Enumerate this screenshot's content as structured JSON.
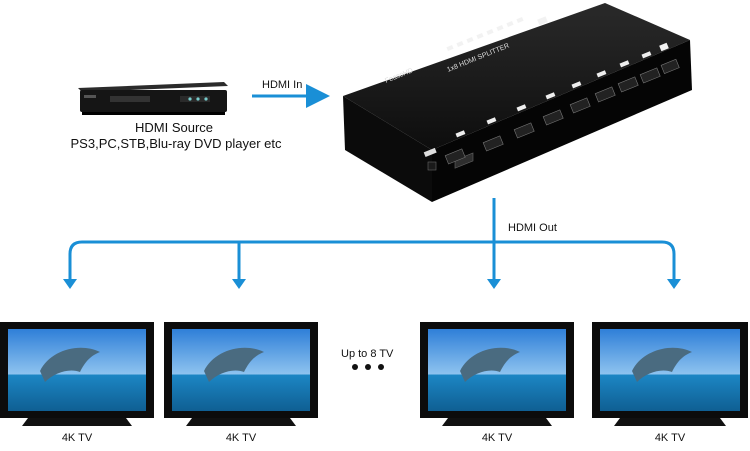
{
  "source": {
    "title": "HDMI Source",
    "description": "PS3,PC,STB,Blu-ray DVD player etc"
  },
  "hdmi_in_label": "HDMI  In",
  "hdmi_out_label": "HDMI Out",
  "splitter": {
    "brand": "FeasoHD",
    "model": "1x8 HDMI SPLITTER"
  },
  "more_tvs_label": "Up to 8 TV",
  "tvs": [
    {
      "label": "4K TV"
    },
    {
      "label": "4K TV"
    },
    {
      "label": "4K TV"
    },
    {
      "label": "4K TV"
    }
  ],
  "colors": {
    "arrow": "#1a8fd6",
    "device_body": "#141414",
    "screen_sky": "#3d8fe0",
    "screen_sea": "#1e9ad0"
  }
}
